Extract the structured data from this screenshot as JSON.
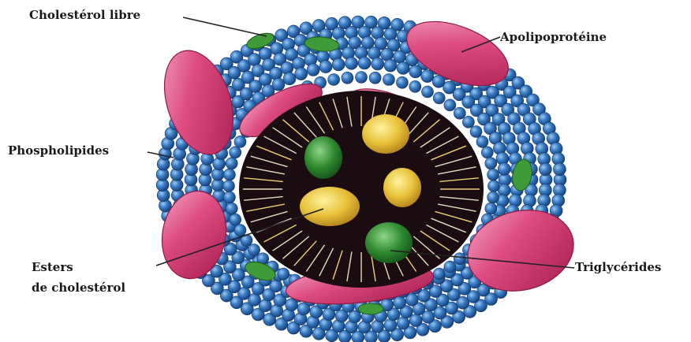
{
  "labels": {
    "cholesterol_libre": "Cholestérol libre",
    "apolipoproteine": "Apolipoprotéine",
    "phospholipides": "Phospholipides",
    "esters_line1": "Esters",
    "esters_line2": "de cholestérol",
    "triglycerides": "Triglycérides"
  },
  "colors": {
    "background": "#ffffff",
    "core": "#1a0c10",
    "phospholipid_head": "#2f6fb8",
    "phospholipid_head_light": "#8ec0f0",
    "apolipoprotein": "#d8487a",
    "apolipoprotein_light": "#f08ab0",
    "free_cholesterol": "#3f9a3a",
    "cholesterol_ester": "#e6c33a",
    "triglyceride": "#2f8a2f",
    "lipid_tail": "#e8d8a0"
  }
}
